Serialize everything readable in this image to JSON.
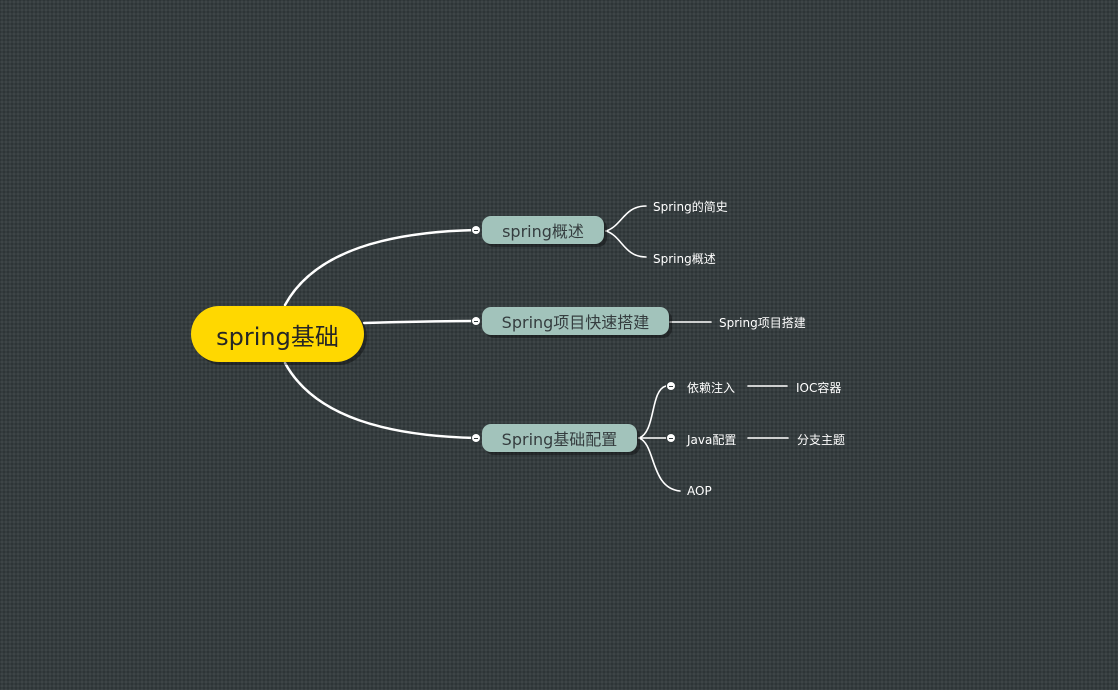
{
  "root": {
    "label": "spring基础",
    "color": "#ffd800"
  },
  "branches": [
    {
      "label": "spring概述",
      "children": [
        {
          "label": "Spring的简史"
        },
        {
          "label": "Spring概述"
        }
      ]
    },
    {
      "label": "Spring项目快速搭建",
      "children": [
        {
          "label": "Spring项目搭建"
        }
      ]
    },
    {
      "label": "Spring基础配置",
      "children": [
        {
          "label": "依赖注入",
          "children": [
            {
              "label": "IOC容器"
            }
          ]
        },
        {
          "label": "Java配置",
          "children": [
            {
              "label": "分支主题"
            }
          ]
        },
        {
          "label": "AOP"
        }
      ]
    }
  ],
  "colors": {
    "background": "#353d3f",
    "main_topic": "#a2c3bb",
    "connector": "#ffffff"
  },
  "icons": {
    "collapse": "minus-circle-icon"
  }
}
